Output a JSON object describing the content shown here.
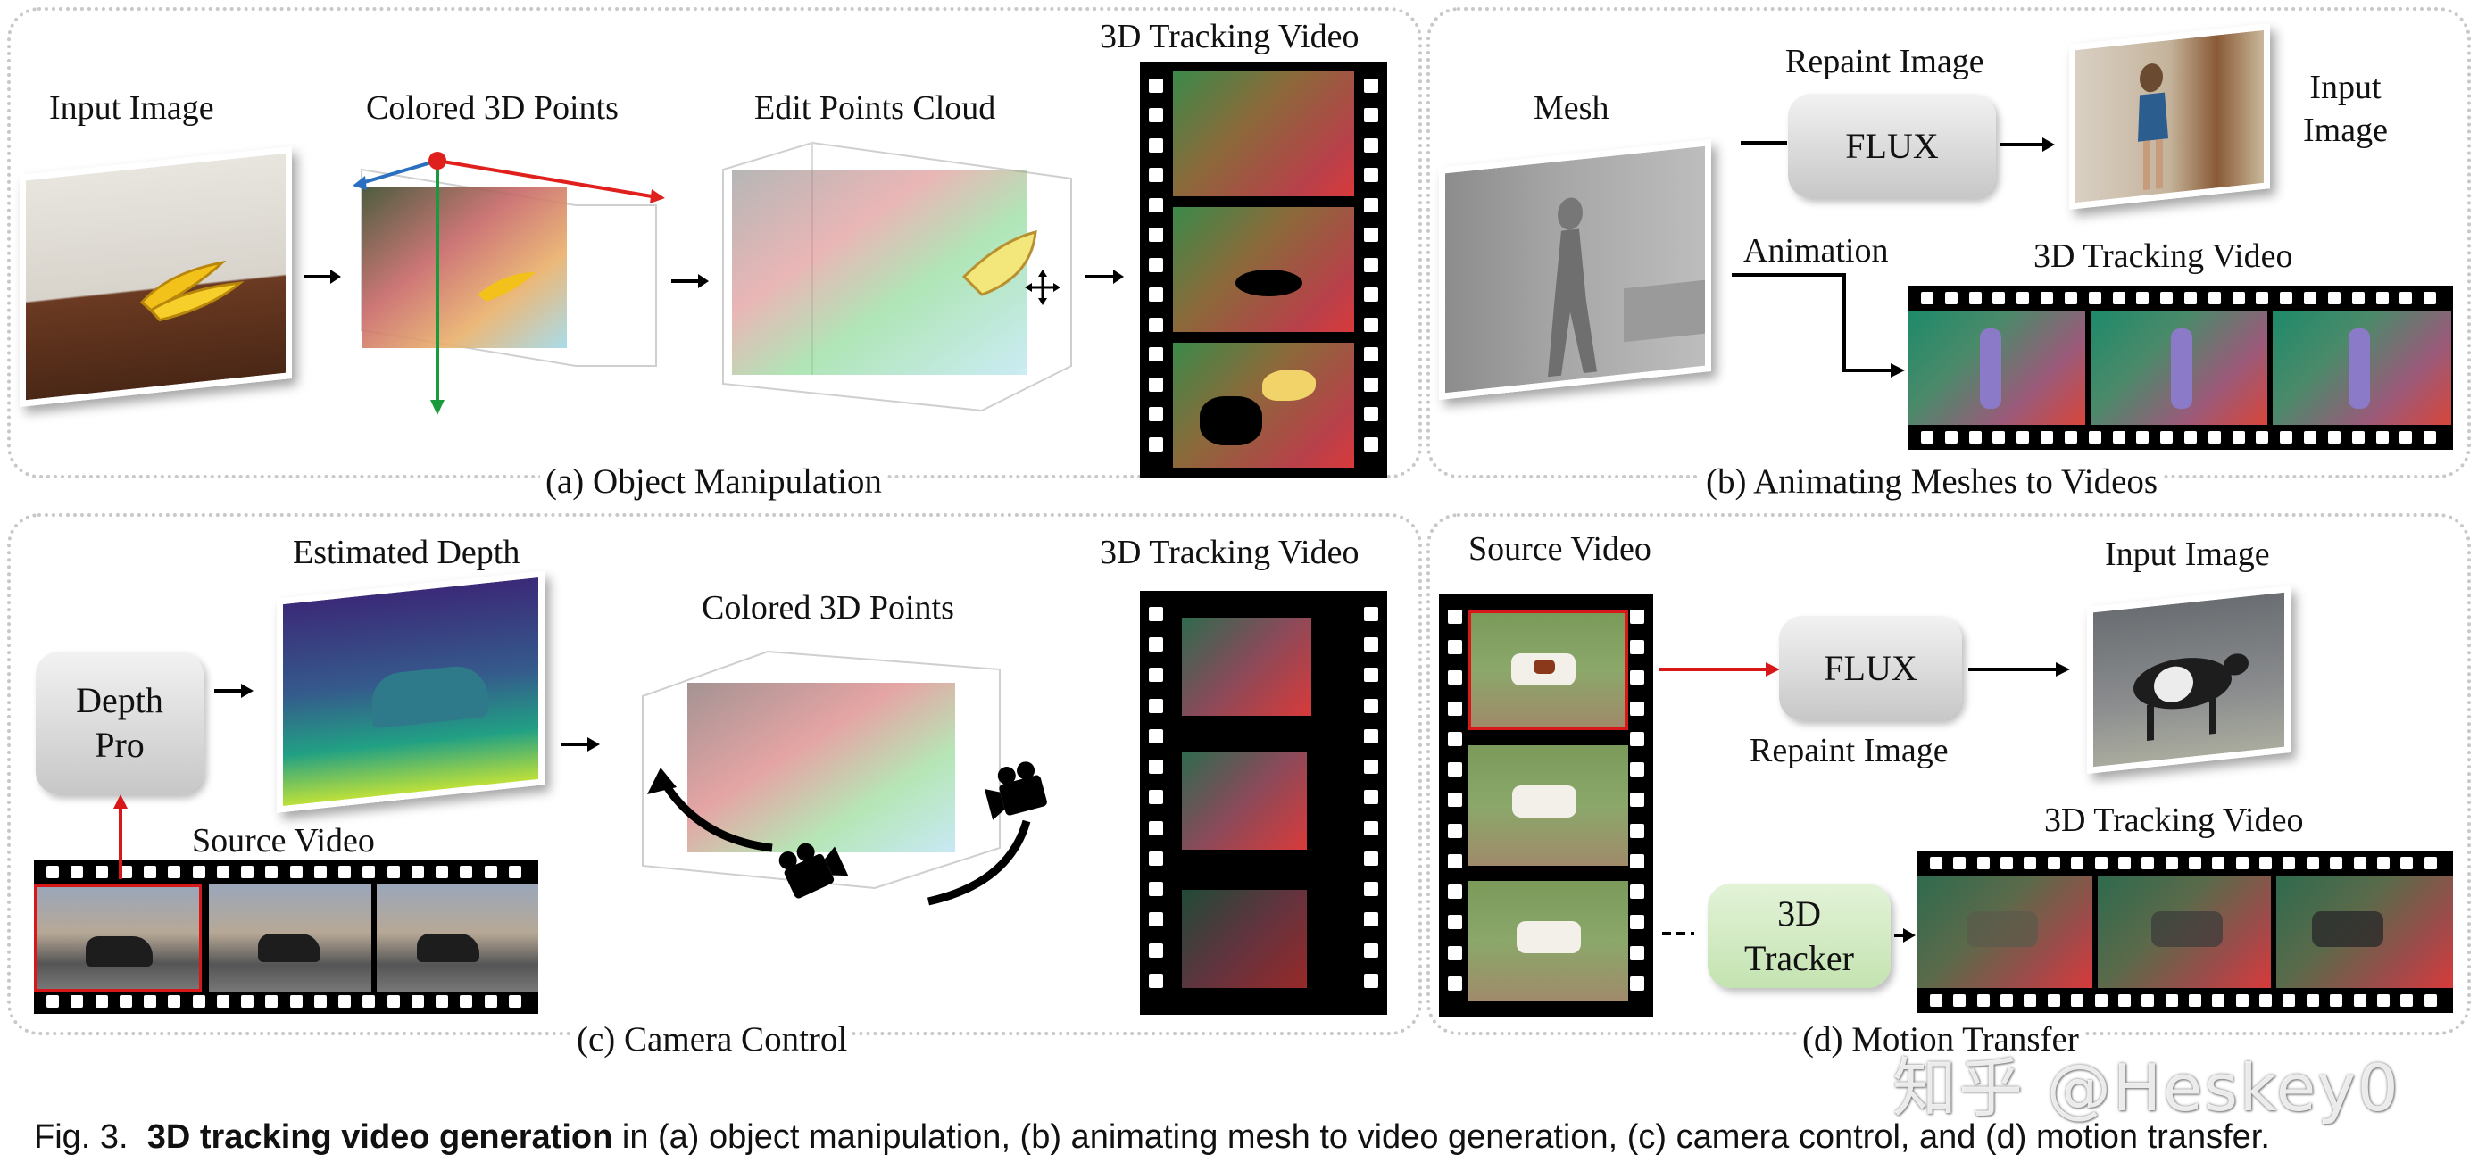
{
  "panels": {
    "a": {
      "caption": "(a) Object Manipulation",
      "labels": {
        "input_image": "Input Image",
        "colored_points": "Colored 3D Points",
        "edit_points": "Edit Points Cloud",
        "tracking_video": "3D Tracking Video"
      }
    },
    "b": {
      "caption": "(b) Animating Meshes to Videos",
      "labels": {
        "mesh": "Mesh",
        "repaint_image": "Repaint Image",
        "input_image": "Input Image",
        "animation": "Animation",
        "tracking_video": "3D Tracking Video"
      },
      "flux_box": "FLUX"
    },
    "c": {
      "caption": "(c) Camera Control",
      "labels": {
        "estimated_depth": "Estimated Depth",
        "colored_points": "Colored 3D Points",
        "tracking_video": "3D Tracking Video",
        "source_video": "Source Video"
      },
      "depth_box": "Depth Pro"
    },
    "d": {
      "caption": "(d) Motion Transfer",
      "labels": {
        "source_video": "Source Video",
        "input_image": "Input Image",
        "repaint_image": "Repaint Image",
        "tracking_video": "3D Tracking Video"
      },
      "flux_box": "FLUX",
      "tracker_box": "3D Tracker"
    }
  },
  "figure_caption": {
    "prefix": "Fig. 3.",
    "bold": "3D tracking video generation",
    "rest": "in (a) object manipulation, (b) animating mesh to video generation, (c) camera control, and (d) motion transfer."
  },
  "watermark": "知乎 @Heskey0",
  "colors": {
    "axis_red": "#e0201c",
    "axis_green": "#1a9a3c",
    "axis_blue": "#2a6fc0",
    "highlight_red": "#d81818"
  }
}
